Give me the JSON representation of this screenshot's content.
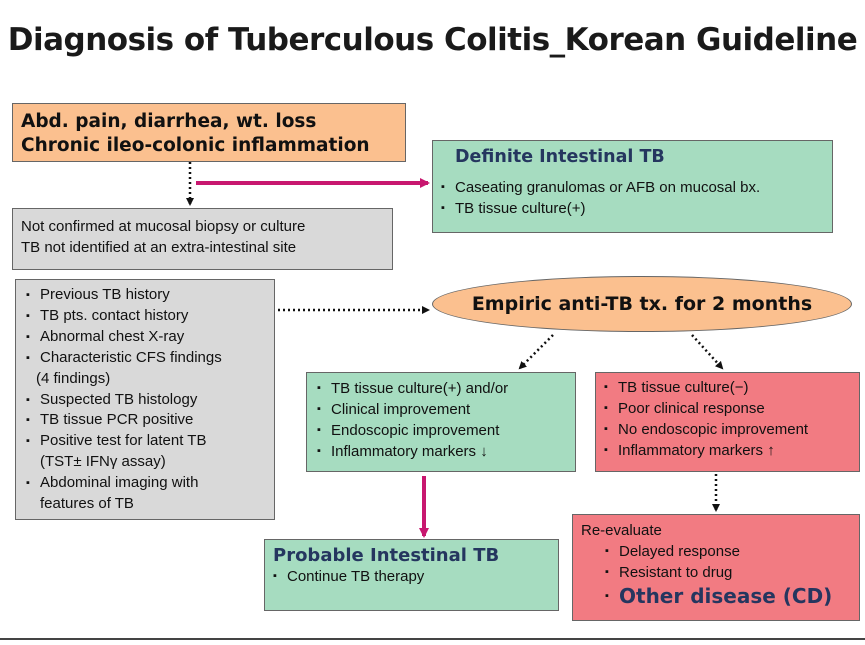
{
  "title": "Diagnosis of Tuberculous Colitis_Korean Guideline",
  "start_box": {
    "line1": "Abd. pain, diarrhea, wt. loss",
    "line2": "Chronic ileo-colonic inflammation"
  },
  "definite_box": {
    "heading": "Definite Intestinal TB",
    "items": [
      "Caseating granulomas or AFB on mucosal bx.",
      "TB tissue culture(+)"
    ]
  },
  "not_confirmed_box": {
    "line1": "Not confirmed at mucosal biopsy or culture",
    "line2": "TB not identified at an extra-intestinal site"
  },
  "criteria_box": {
    "items": [
      "Previous TB history",
      "TB pts. contact history",
      "Abnormal chest X-ray",
      "Characteristic CFS findings",
      "(4 findings)",
      "Suspected TB histology",
      "TB tissue PCR positive",
      "Positive test for latent TB",
      "(TST± IFNγ assay)",
      "Abdominal imaging with",
      "features of TB"
    ]
  },
  "empiric": {
    "label": "Empiric anti-TB tx. for 2 months"
  },
  "response_box": {
    "items": [
      "TB tissue culture(+) and/or",
      "Clinical improvement",
      "Endoscopic improvement",
      "Inflammatory markers ↓"
    ]
  },
  "no_response_box": {
    "items": [
      "TB tissue culture(−)",
      "Poor clinical response",
      "No endoscopic improvement",
      "Inflammatory markers ↑"
    ]
  },
  "probable_box": {
    "heading": "Probable Intestinal TB",
    "items": [
      "Continue TB therapy"
    ]
  },
  "reevaluate_box": {
    "heading": "Re-evaluate",
    "items": [
      "Delayed response",
      "Resistant to drug"
    ],
    "emphasis": "Other disease (CD)"
  },
  "colors": {
    "orange": "#fbc08f",
    "green": "#a6dcc0",
    "gray": "#d9d9d9",
    "red": "#f27b82",
    "magenta_arrow": "#c8176f",
    "heading_blue": "#25365f"
  }
}
